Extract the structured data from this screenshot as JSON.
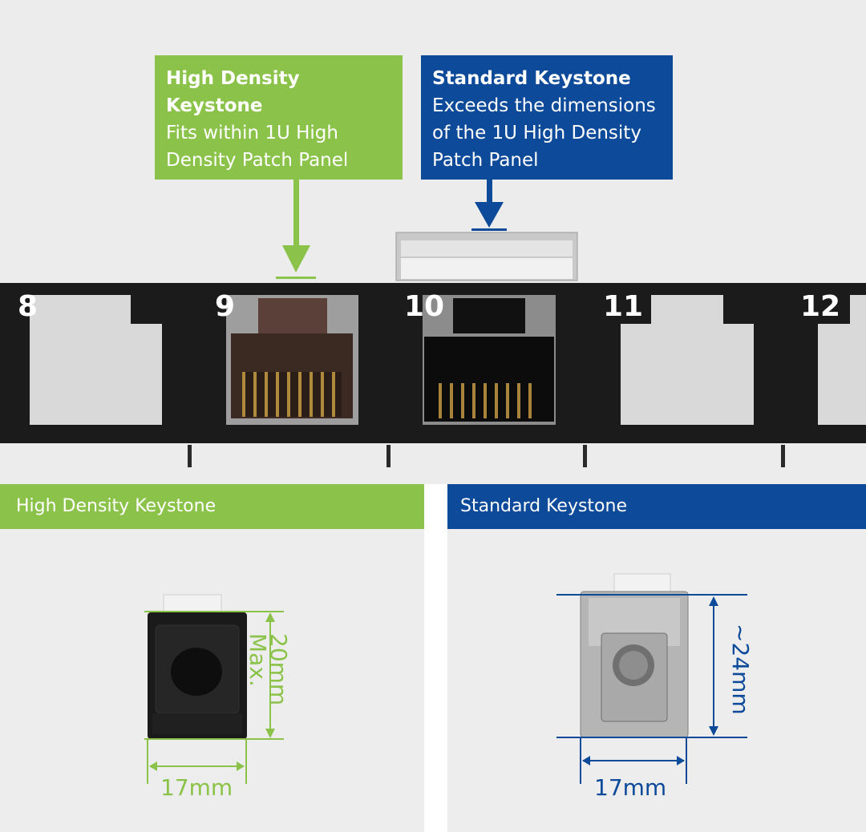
{
  "callouts": {
    "green": {
      "title": "High Density Keystone",
      "line1": "Fits within 1U High",
      "line2": "Density Patch Panel"
    },
    "blue": {
      "title": "Standard Keystone",
      "line1": "Exceeds the dimensions",
      "line2": "of the 1U High Density",
      "line3": "Patch Panel"
    }
  },
  "ports": [
    "8",
    "9",
    "10",
    "11",
    "12"
  ],
  "sections": {
    "left": {
      "title": "High Density Keystone",
      "height_label": "20mm",
      "height_sub": "Max.",
      "width_label": "17mm"
    },
    "right": {
      "title": "Standard Keystone",
      "height_label": "~24mm",
      "width_label": "17mm"
    }
  },
  "colors": {
    "green": "#8bc34a",
    "blue": "#0d4a9a",
    "panel": "#1b1b1b"
  }
}
